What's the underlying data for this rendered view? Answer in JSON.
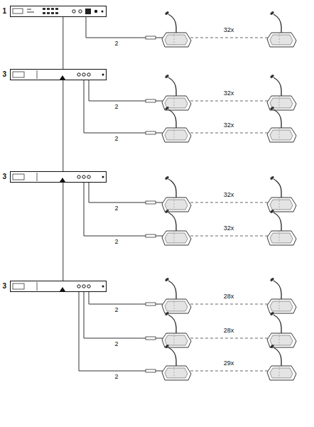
{
  "diagram": {
    "nodes": [
      {
        "text": [
          "1"
        ]
      },
      {
        "text": [
          "3"
        ]
      },
      {
        "text": [
          "3"
        ]
      },
      {
        "text": [
          "3"
        ]
      }
    ],
    "edges": [
      {
        "from": 0,
        "to": 1,
        "arrow": "none"
      },
      {
        "from": 1,
        "to": 2,
        "arrow": "none"
      },
      {
        "from": 2,
        "to": 3,
        "arrow": "none"
      }
    ],
    "labels": [
      "32x",
      "2",
      "32x",
      "2",
      "32x",
      "2",
      "32x",
      "2",
      "32x",
      "2",
      "28x",
      "2",
      "28x",
      "2",
      "29x",
      "2"
    ]
  }
}
